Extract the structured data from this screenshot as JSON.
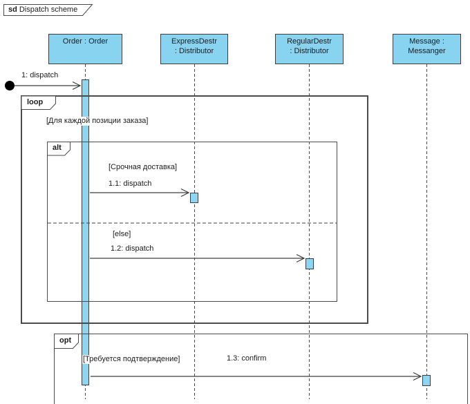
{
  "diagram": {
    "keyword": "sd",
    "title": "Dispatch scheme"
  },
  "lifelines": [
    {
      "line1": "Order : Order",
      "line2": ""
    },
    {
      "line1": "ExpressDestr",
      "line2": ": Distributor"
    },
    {
      "line1": "RegularDestr",
      "line2": ": Distributor"
    },
    {
      "line1": "Message :",
      "line2": "Messanger"
    }
  ],
  "fragments": {
    "loop": {
      "operator": "loop",
      "guard": "[Для каждой позиции заказа]"
    },
    "alt": {
      "operator": "alt",
      "guard_if": "[Срочная доставка]",
      "guard_else": "[else]"
    },
    "opt": {
      "operator": "opt",
      "guard": "[Требуется подтверждение]"
    }
  },
  "messages": [
    {
      "label": "1: dispatch"
    },
    {
      "label": "1.1: dispatch"
    },
    {
      "label": "1.2: dispatch"
    },
    {
      "label": "1.3: confirm"
    }
  ],
  "colors": {
    "lifeline_fill": "#87d3f0",
    "activation_fill": "#8cd6f2",
    "border_dark": "#3d3d3d",
    "fragment_border": "#4a4a4a"
  }
}
